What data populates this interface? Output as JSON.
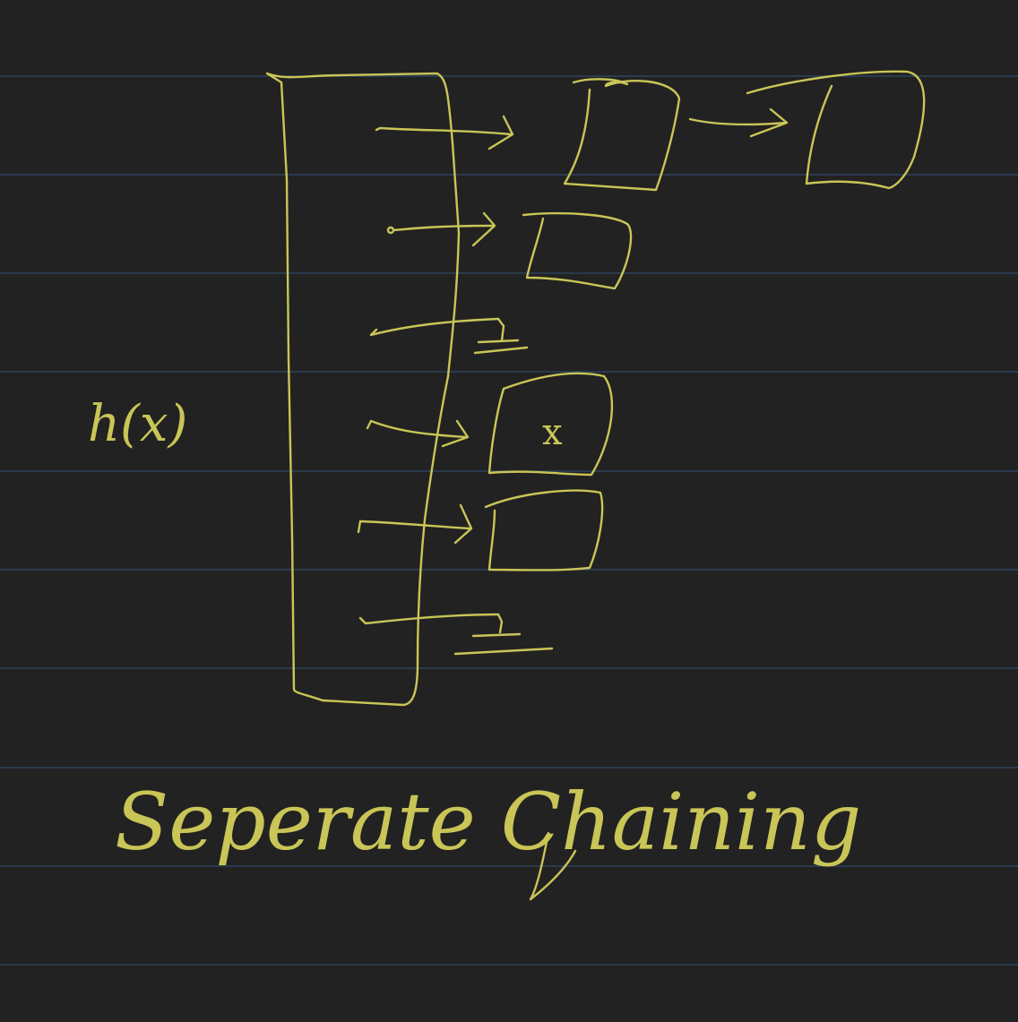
{
  "ink_color": "#c9c557",
  "background_color": "#222222",
  "rule_color": "#2f4a68",
  "hash_function_label": "h(x)",
  "title": "Seperate Chaining",
  "deleted_marker": "x",
  "table": {
    "slots": [
      {
        "pointer": "node",
        "chain_length": 2
      },
      {
        "pointer": "node",
        "chain_length": 1
      },
      {
        "pointer": "null",
        "chain_length": 0
      },
      {
        "pointer": "node",
        "chain_length": 1,
        "marked": "x"
      },
      {
        "pointer": "node",
        "chain_length": 1
      },
      {
        "pointer": "null",
        "chain_length": 0
      }
    ]
  }
}
